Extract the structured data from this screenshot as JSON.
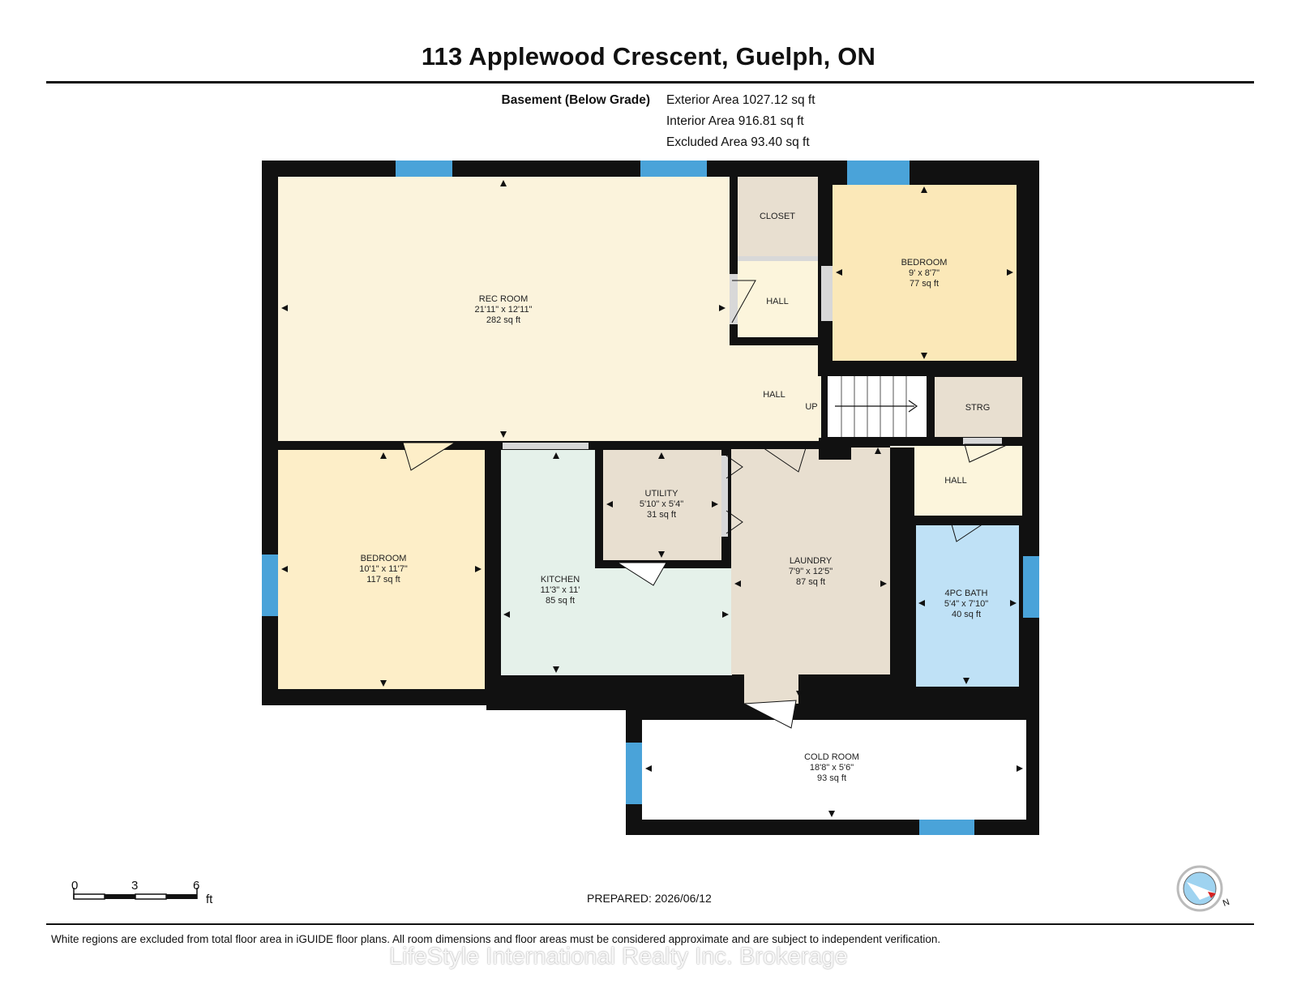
{
  "title": "113 Applewood Crescent, Guelph, ON",
  "areas": {
    "level": "Basement (Below Grade)",
    "exterior": "Exterior Area 1027.12 sq ft",
    "interior": "Interior Area 916.81 sq ft",
    "excluded": "Excluded Area 93.40 sq ft"
  },
  "rooms": {
    "rec_room": {
      "name": "REC ROOM",
      "dims": "21'11\" x 12'11\"",
      "area": "282 sq ft"
    },
    "closet": {
      "name": "CLOSET"
    },
    "hall_upper": {
      "name": "HALL"
    },
    "bedroom_upper": {
      "name": "BEDROOM",
      "dims": "9' x 8'7\"",
      "area": "77 sq ft"
    },
    "hall_center": {
      "name": "HALL"
    },
    "stairs": {
      "name": "UP"
    },
    "strg": {
      "name": "STRG"
    },
    "hall_right": {
      "name": "HALL"
    },
    "bedroom_lower": {
      "name": "BEDROOM",
      "dims": "10'1\" x 11'7\"",
      "area": "117 sq ft"
    },
    "utility": {
      "name": "UTILITY",
      "dims": "5'10\" x 5'4\"",
      "area": "31 sq ft"
    },
    "kitchen": {
      "name": "KITCHEN",
      "dims": "11'3\" x 11'",
      "area": "85 sq ft"
    },
    "laundry": {
      "name": "LAUNDRY",
      "dims": "7'9\" x 12'5\"",
      "area": "87 sq ft"
    },
    "bath": {
      "name": "4PC BATH",
      "dims": "5'4\" x 7'10\"",
      "area": "40 sq ft"
    },
    "cold_room": {
      "name": "COLD ROOM",
      "dims": "18'8\" x 5'6\"",
      "area": "93 sq ft"
    }
  },
  "scale_bar": {
    "ticks": [
      "0",
      "3",
      "6"
    ],
    "unit": "ft"
  },
  "prepared": "PREPARED: 2026/06/12",
  "disclaimer": "White regions are excluded from total floor area in iGUIDE floor plans. All room dimensions and floor areas must be considered approximate and are subject to independent verification.",
  "watermark": "LifeStyle International Realty Inc. Brokerage",
  "compass_label": "N",
  "colors": {
    "wall": "#111111",
    "window": "#4aa3d9",
    "rec_room": "#fbf3dc",
    "closet": "#e8dfd0",
    "bedroom_upper": "#fbe8b8",
    "bedroom_lower": "#fdeec8",
    "kitchen": "#e5f1ea",
    "utility": "#e8dfd0",
    "laundry": "#e8dfd0",
    "bath": "#bfe1f6",
    "hall": "#fcf5dc"
  }
}
